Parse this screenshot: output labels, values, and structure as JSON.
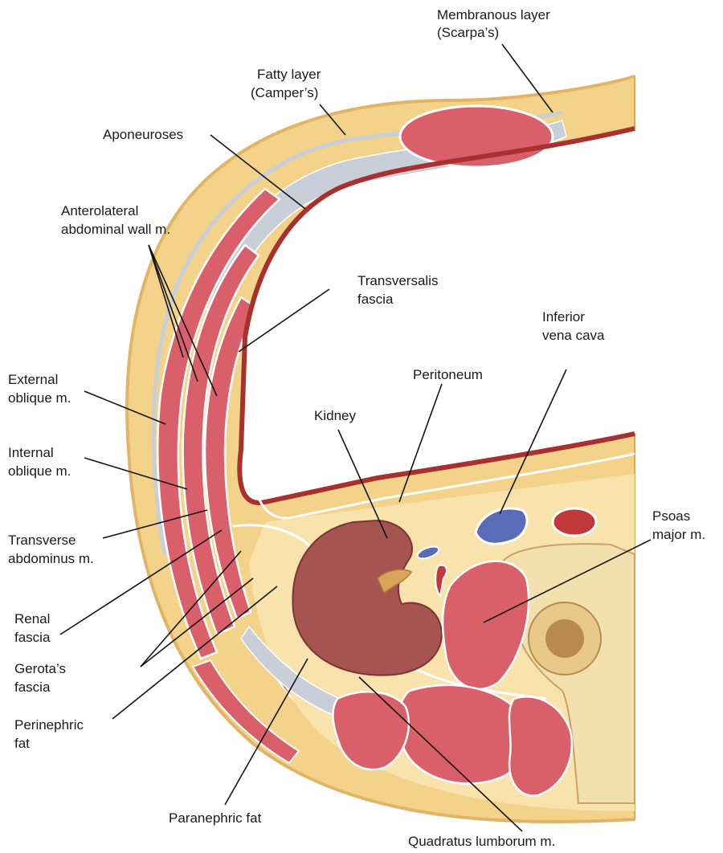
{
  "labels": {
    "membranous_layer": [
      "Membranous layer",
      "(Scarpa’s)"
    ],
    "fatty_layer": [
      "Fatty layer",
      "(Camper’s)"
    ],
    "aponeuroses": [
      "Aponeuroses"
    ],
    "anterolateral_wall": [
      "Anterolateral",
      "abdominal wall m."
    ],
    "transversalis_fascia": [
      "Transversalis",
      "fascia"
    ],
    "inferior_vena_cava": [
      "Inferior",
      "vena cava"
    ],
    "peritoneum": [
      "Peritoneum"
    ],
    "kidney": [
      "Kidney"
    ],
    "external_oblique": [
      "External",
      "oblique m."
    ],
    "internal_oblique": [
      "Internal",
      "oblique m."
    ],
    "transverse_abdominus": [
      "Transverse",
      "abdominus m."
    ],
    "psoas_major": [
      "Psoas",
      "major m."
    ],
    "renal_fascia": [
      "Renal",
      "fascia"
    ],
    "gerotas_fascia": [
      "Gerota’s",
      "fascia"
    ],
    "perinephric_fat": [
      "Perinephric",
      "fat"
    ],
    "paranephric_fat": [
      "Paranephric fat"
    ],
    "quadratus_lumborum": [
      "Quadratus lumborum m."
    ]
  },
  "colors": {
    "fat": "#f3d28a",
    "fat_light": "#f8e3ad",
    "muscle": "#d9606a",
    "muscle_dark": "#b84452",
    "fascia": "#c9cfd8",
    "peritoneum": "#a8302f",
    "kidney": "#a55451",
    "ivc": "#5a6bb8",
    "aorta": "#c0393a",
    "bone": "#e9c98a",
    "bone_center": "#b88a4d"
  }
}
